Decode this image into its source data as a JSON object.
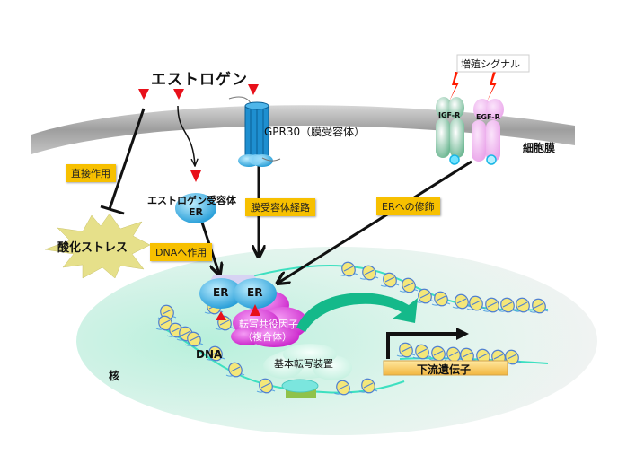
{
  "labels": {
    "estrogen": "エストロゲン",
    "proliferation_signal": "増殖シグナル",
    "gpr30": "GPR30（膜受容体）",
    "igf_r": "IGF-R",
    "egf_r": "EGF-R",
    "cell_membrane": "細胞膜",
    "direct_action": "直接作用",
    "estrogen_receptor": "エストロゲン受容体",
    "er": "ER",
    "membrane_receptor_pathway": "膜受容体経路",
    "er_modification": "ERへの修飾",
    "oxidative_stress": "酸化ストレス",
    "dna_action": "DNAへ作用",
    "er_left": "ER",
    "er_right": "ER",
    "coactivator_line1": "転写共役因子",
    "coactivator_line2": "（複合体）",
    "dna": "DNA",
    "nucleus": "核",
    "basal_transcription": "基本転写装置",
    "downstream_gene": "下流遺伝子"
  },
  "colors": {
    "estrogen_marker": "#e8101a",
    "label_box": "#f7c000",
    "membrane": "#a9a9a9",
    "nucleus": "#c8f2e2",
    "receptor_blue": "#2a9ed8",
    "igf_green": "#8cc9ad",
    "egf_pink": "#f3b8f2",
    "coactivator": "#d02ad0",
    "stress_burst": "#e6e08a",
    "transcription_arrow": "#14b98a",
    "lightning": "#ff1a00"
  }
}
